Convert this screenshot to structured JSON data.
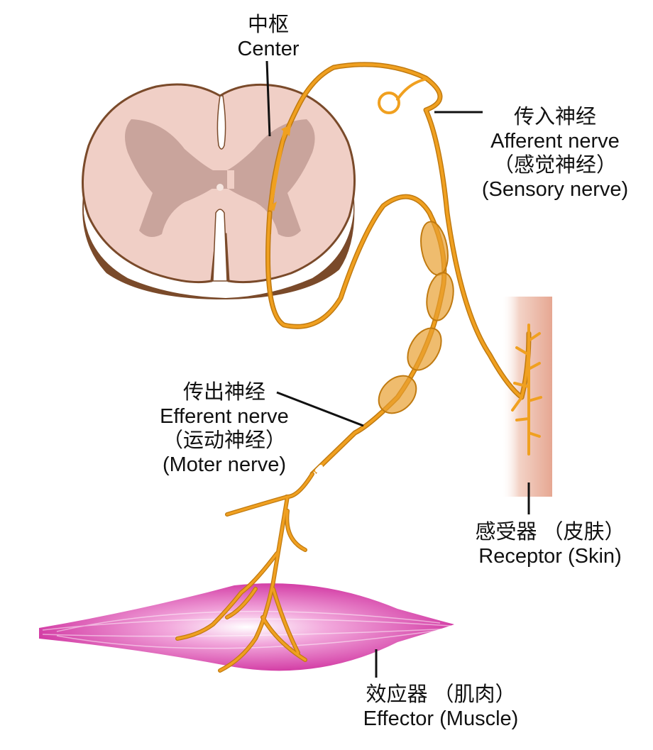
{
  "labels": {
    "center": {
      "zh": "中枢",
      "en": "Center"
    },
    "afferent": {
      "zh": "传入神经",
      "en": "Afferent nerve",
      "zh_alt": "（感觉神经）",
      "en_alt": "(Sensory nerve)"
    },
    "efferent": {
      "zh": "传出神经",
      "en": "Efferent nerve",
      "zh_alt": "（运动神经）",
      "en_alt": "(Moter nerve)"
    },
    "receptor": {
      "zh": "感受器 （皮肤）",
      "en": "Receptor (Skin)"
    },
    "effector": {
      "zh": "效应器 （肌肉）",
      "en": "Effector  (Muscle)"
    }
  },
  "colors": {
    "nerve": "#f0a020",
    "nerve_outline": "#c07a10",
    "spinal_white": "#f0cfc6",
    "spinal_gray": "#c9a49c",
    "spinal_side": "#7a4a2a",
    "skin": "#e8b0a0",
    "muscle": "#d63aa8"
  }
}
